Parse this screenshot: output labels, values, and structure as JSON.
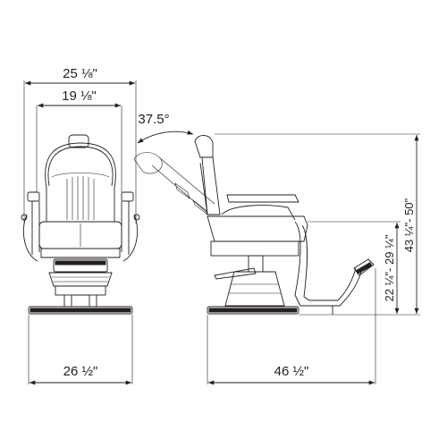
{
  "dimensions": {
    "overall_width": "25 ⅛\"",
    "seat_width": "19 ⅛\"",
    "recline_angle": "37.5°",
    "base_width": "26 ½\"",
    "overall_depth": "46 ½\"",
    "seat_height": "22 ¼\"- 29 ¼\"",
    "overall_height": "43 ¼\"- 50\""
  },
  "colors": {
    "line": "#231f20",
    "background": "#ffffff"
  }
}
